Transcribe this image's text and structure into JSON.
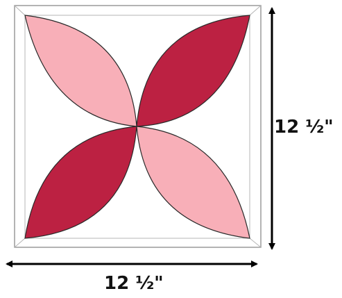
{
  "diagram": {
    "height_label": "12 ½\"",
    "width_label": "12 ½\""
  },
  "colors": {
    "light_petal": "#F8AFB8",
    "dark_petal": "#BC2142",
    "outline": "#2a2a2a",
    "block_border": "#9a9a9a",
    "background": "#ffffff",
    "arrow": "#000000"
  },
  "icons": {
    "vertical_dimension": "double-arrow-vertical",
    "horizontal_dimension": "double-arrow-horizontal"
  }
}
